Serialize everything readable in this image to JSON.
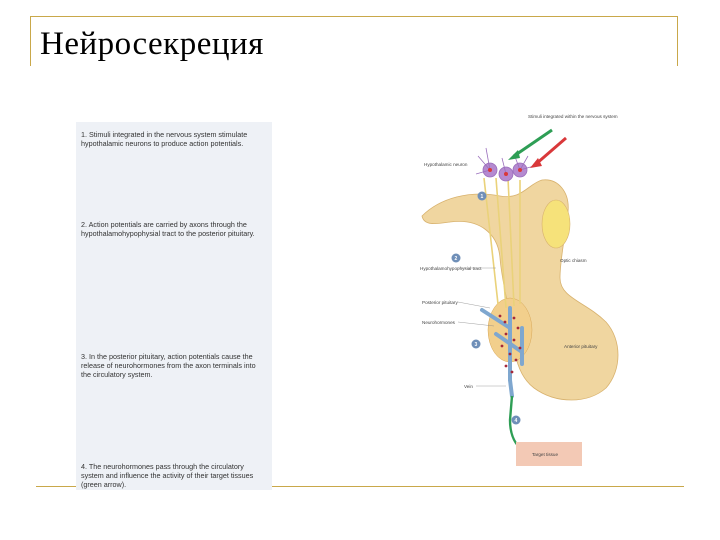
{
  "title": "Нейросекреция",
  "steps": [
    {
      "text": "1. Stimuli integrated in the nervous system stimulate hypothalamic neurons to produce action potentials."
    },
    {
      "text": "2. Action potentials are carried by axons through the hypothalamohypophysial tract to the posterior pituitary."
    },
    {
      "text": "3. In the posterior pituitary, action potentials cause the release of neurohormones from the axon terminals into the circulatory system."
    },
    {
      "text": "4. The neurohormones pass through the circulatory system and influence the activity of their target tissues (green arrow)."
    }
  ],
  "diagram_labels": {
    "stimuli": "Stimuli integrated within the nervous system",
    "hypothalamic_neuron": "Hypothalamic neuron",
    "tract": "Hypothalamohypophysial tract",
    "optic_chiasm": "Optic chiasm",
    "posterior_pituitary": "Posterior pituitary",
    "neurohormones": "Neurohormones",
    "anterior_pituitary": "Anterior pituitary",
    "vein": "Vein",
    "target_tissue": "Target tissue"
  },
  "badges": [
    "1",
    "2",
    "3",
    "4"
  ],
  "colors": {
    "accent": "#c9a84a",
    "gland": "#f0d6a0",
    "vessel": "#7fa7cf",
    "arrow_green": "#2e9e55",
    "arrow_red": "#d9383a",
    "neuron": "#b58ad0"
  }
}
